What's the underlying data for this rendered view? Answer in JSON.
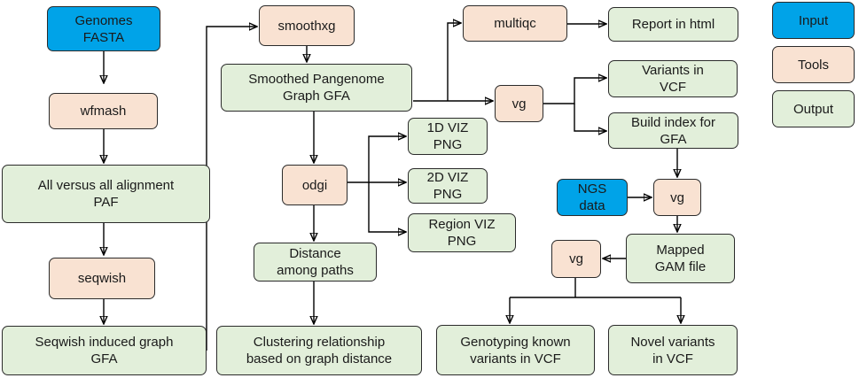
{
  "nodes": {
    "genomes": "Genomes\nFASTA",
    "wfmash": "wfmash",
    "alignment": "All versus all alignment\nPAF",
    "seqwish": "seqwish",
    "seqwish_graph": "Seqwish induced graph\nGFA",
    "smoothxg": "smoothxg",
    "smoothed_graph": "Smoothed Pangenome\nGraph GFA",
    "odgi": "odgi",
    "distance": "Distance\namong paths",
    "clustering": "Clustering relationship\nbased on graph distance",
    "viz_1d": "1D VIZ\nPNG",
    "viz_2d": "2D VIZ\nPNG",
    "viz_region": "Region VIZ\nPNG",
    "multiqc": "multiqc",
    "report": "Report in html",
    "vg_main": "vg",
    "variants_vcf": "Variants in\nVCF",
    "build_index": "Build index for\nGFA",
    "ngs_data": "NGS\ndata",
    "vg_map": "vg",
    "mapped_gam": "Mapped\nGAM file",
    "vg_call": "vg",
    "genotyping": "Genotyping known\nvariants in VCF",
    "novel_variants": "Novel variants\nin VCF"
  },
  "legend": {
    "input": "Input",
    "tools": "Tools",
    "output": "Output"
  },
  "colors": {
    "input": "#00a3e8",
    "tools": "#f9e2d2",
    "output": "#e2efda",
    "border": "#2b2b2b"
  }
}
